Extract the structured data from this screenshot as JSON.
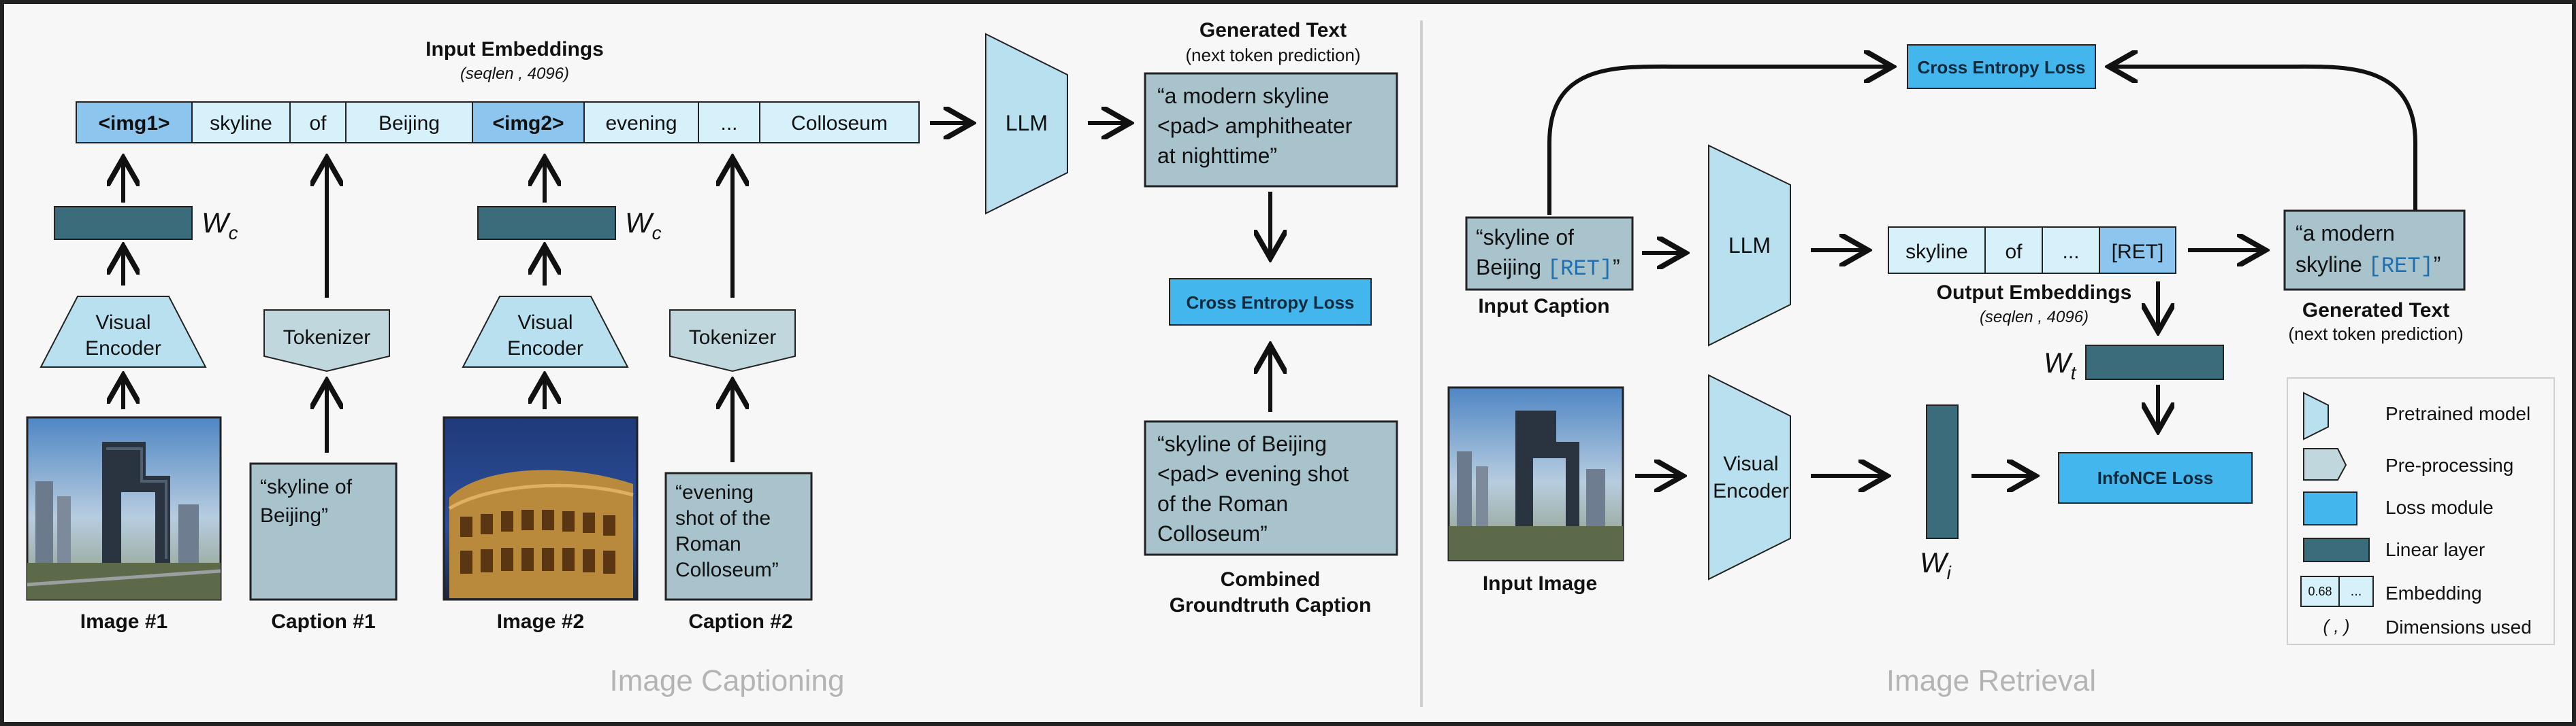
{
  "left_panel": {
    "title": "Image Captioning",
    "input_embeddings": {
      "label": "Input Embeddings",
      "dims": "(seqlen , 4096)",
      "tokens": [
        "<img1>",
        "skyline",
        "of",
        "Beijing",
        "<img2>",
        "evening",
        "...",
        "Colloseum"
      ]
    },
    "llm": "LLM",
    "generated_text": {
      "label": "Generated Text",
      "sublabel": "(next token prediction)",
      "content": [
        "“a modern skyline",
        "<pad> amphitheater",
        "at nighttime”"
      ]
    },
    "cross_entropy": "Cross Entropy Loss",
    "groundtruth": {
      "content": [
        "“skyline of Beijing",
        "<pad> evening shot",
        "of the Roman",
        "Colloseum”"
      ],
      "label": [
        "Combined",
        "Groundtruth Caption"
      ]
    },
    "wc_label": "W",
    "wc_sub": "c",
    "visual_encoder": [
      "Visual",
      "Encoder"
    ],
    "tokenizer": "Tokenizer",
    "image1_label": "Image #1",
    "caption1": {
      "content": [
        "“skyline of",
        "Beijing”"
      ],
      "label": "Caption #1"
    },
    "image2_label": "Image #2",
    "caption2": {
      "content": [
        "“evening",
        "shot of the",
        "Roman",
        "Colloseum”"
      ],
      "label": "Caption #2"
    }
  },
  "right_panel": {
    "title": "Image Retrieval",
    "cross_entropy": "Cross Entropy Loss",
    "input_caption": {
      "content_line1": "“skyline of",
      "content_line2a": "Beijing ",
      "content_line2b": "[RET]",
      "content_line2c": "”",
      "label": "Input Caption"
    },
    "llm": "LLM",
    "output_embeddings": {
      "tokens": [
        "skyline",
        "of",
        "...",
        "[RET]"
      ],
      "label": "Output Embeddings",
      "dims": "(seqlen , 4096)"
    },
    "generated_text": {
      "content_line1": "“a modern",
      "content_line2a": "skyline ",
      "content_line2b": "[RET]",
      "content_line2c": "”",
      "label": "Generated Text",
      "sublabel": "(next token prediction)"
    },
    "wt_label": "W",
    "wt_sub": "t",
    "wi_label": "W",
    "wi_sub": "i",
    "infonce": "InfoNCE Loss",
    "visual_encoder": [
      "Visual",
      "Encoder"
    ],
    "input_image_label": "Input Image",
    "legend": {
      "items": [
        {
          "label": "Pretrained model"
        },
        {
          "label": "Pre-processing"
        },
        {
          "label": "Loss module"
        },
        {
          "label": "Linear layer"
        },
        {
          "label": "Embedding",
          "value": "0.68",
          "ellipsis": "..."
        },
        {
          "label": "Dimensions used",
          "symbol": "( , )"
        }
      ]
    }
  },
  "colors": {
    "model": "#b9e0ee",
    "preprocess": "#bfd7dd",
    "loss": "#44b6ee",
    "linear": "#3b6c7b",
    "embed": "#d7f1fa",
    "embed_img": "#8cc6ee",
    "text_box": "#a8c3cc",
    "panel_bg": "#f7f7f7",
    "title_gray": "#b4b4b4"
  }
}
